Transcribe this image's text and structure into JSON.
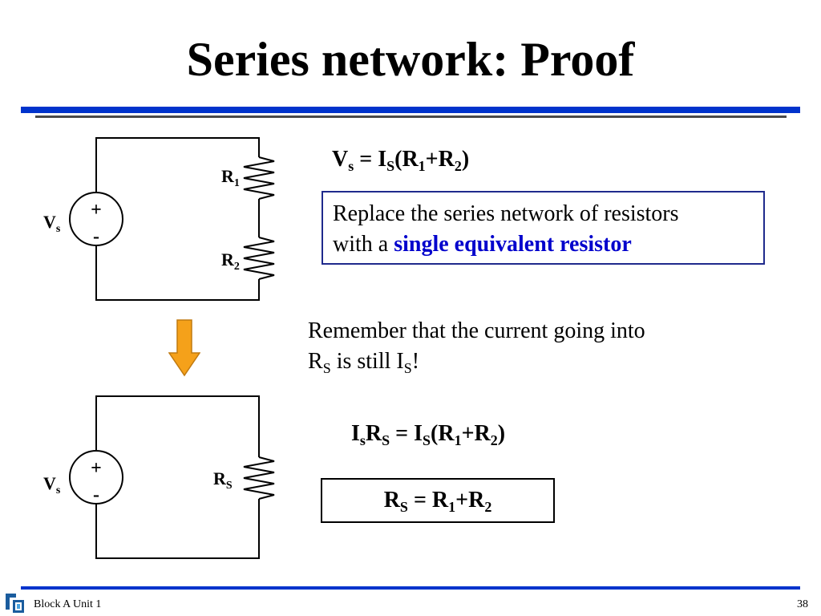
{
  "title": "Series network: Proof",
  "eq1": {
    "v": "V",
    "v_sub": "s",
    "mid": " = I",
    "mid_sub": "S",
    "open": "(R",
    "r1_sub": "1",
    "plus": "+R",
    "r2_sub": "2",
    "close": ")"
  },
  "box1": {
    "line1": "Replace the series network of resistors",
    "line2_prefix": "with a ",
    "highlight": "single equivalent resistor"
  },
  "remark": {
    "line1": "Remember that the current going into",
    "r": "R",
    "r_sub": "S",
    "mid": " is still I",
    "i_sub": "S",
    "end": "!"
  },
  "eq2": {
    "i": "I",
    "i_sub": "s",
    "r": "R",
    "r_sub": "S",
    "mid": " = I",
    "mid_sub": "S",
    "open": "(R",
    "r1_sub": "1",
    "plus": "+R",
    "r2_sub": "2",
    "close": ")"
  },
  "box2": {
    "r": "R",
    "r_sub": "S",
    "eq": " = R",
    "r1_sub": "1",
    "plus": "+R",
    "r2_sub": "2"
  },
  "circuit_top": {
    "source_label": "V",
    "source_sub": "s",
    "plus": "+",
    "minus": "-",
    "r1": "R",
    "r1_sub": "1",
    "r2": "R",
    "r2_sub": "2"
  },
  "circuit_bottom": {
    "source_label": "V",
    "source_sub": "s",
    "plus": "+",
    "minus": "-",
    "rs": "R",
    "rs_sub": "S"
  },
  "footer": {
    "unit": "Block A Unit 1",
    "page": "38"
  },
  "colors": {
    "accent_blue": "#0033cc",
    "highlight_blue": "#0000cc",
    "arrow_orange": "#f5a11a",
    "rule_gray": "#4a4a4a"
  }
}
